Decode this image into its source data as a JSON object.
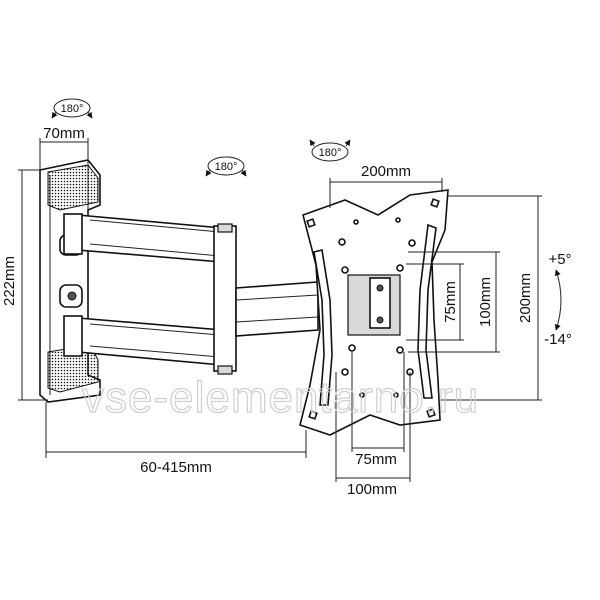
{
  "rotation": {
    "wall": "180°",
    "arm": "180°",
    "plate": "180°"
  },
  "dimensions": {
    "wall_width": "70mm",
    "wall_height": "222mm",
    "extension": "60-415mm",
    "plate_width": "200mm",
    "plate_height": "200mm",
    "inner_v_75": "75mm",
    "inner_v_100": "100mm",
    "inner_h_75": "75mm",
    "inner_h_100": "100mm"
  },
  "tilt": {
    "up": "+5°",
    "down": "-14°"
  },
  "watermark": "vse-elementarno.ru"
}
